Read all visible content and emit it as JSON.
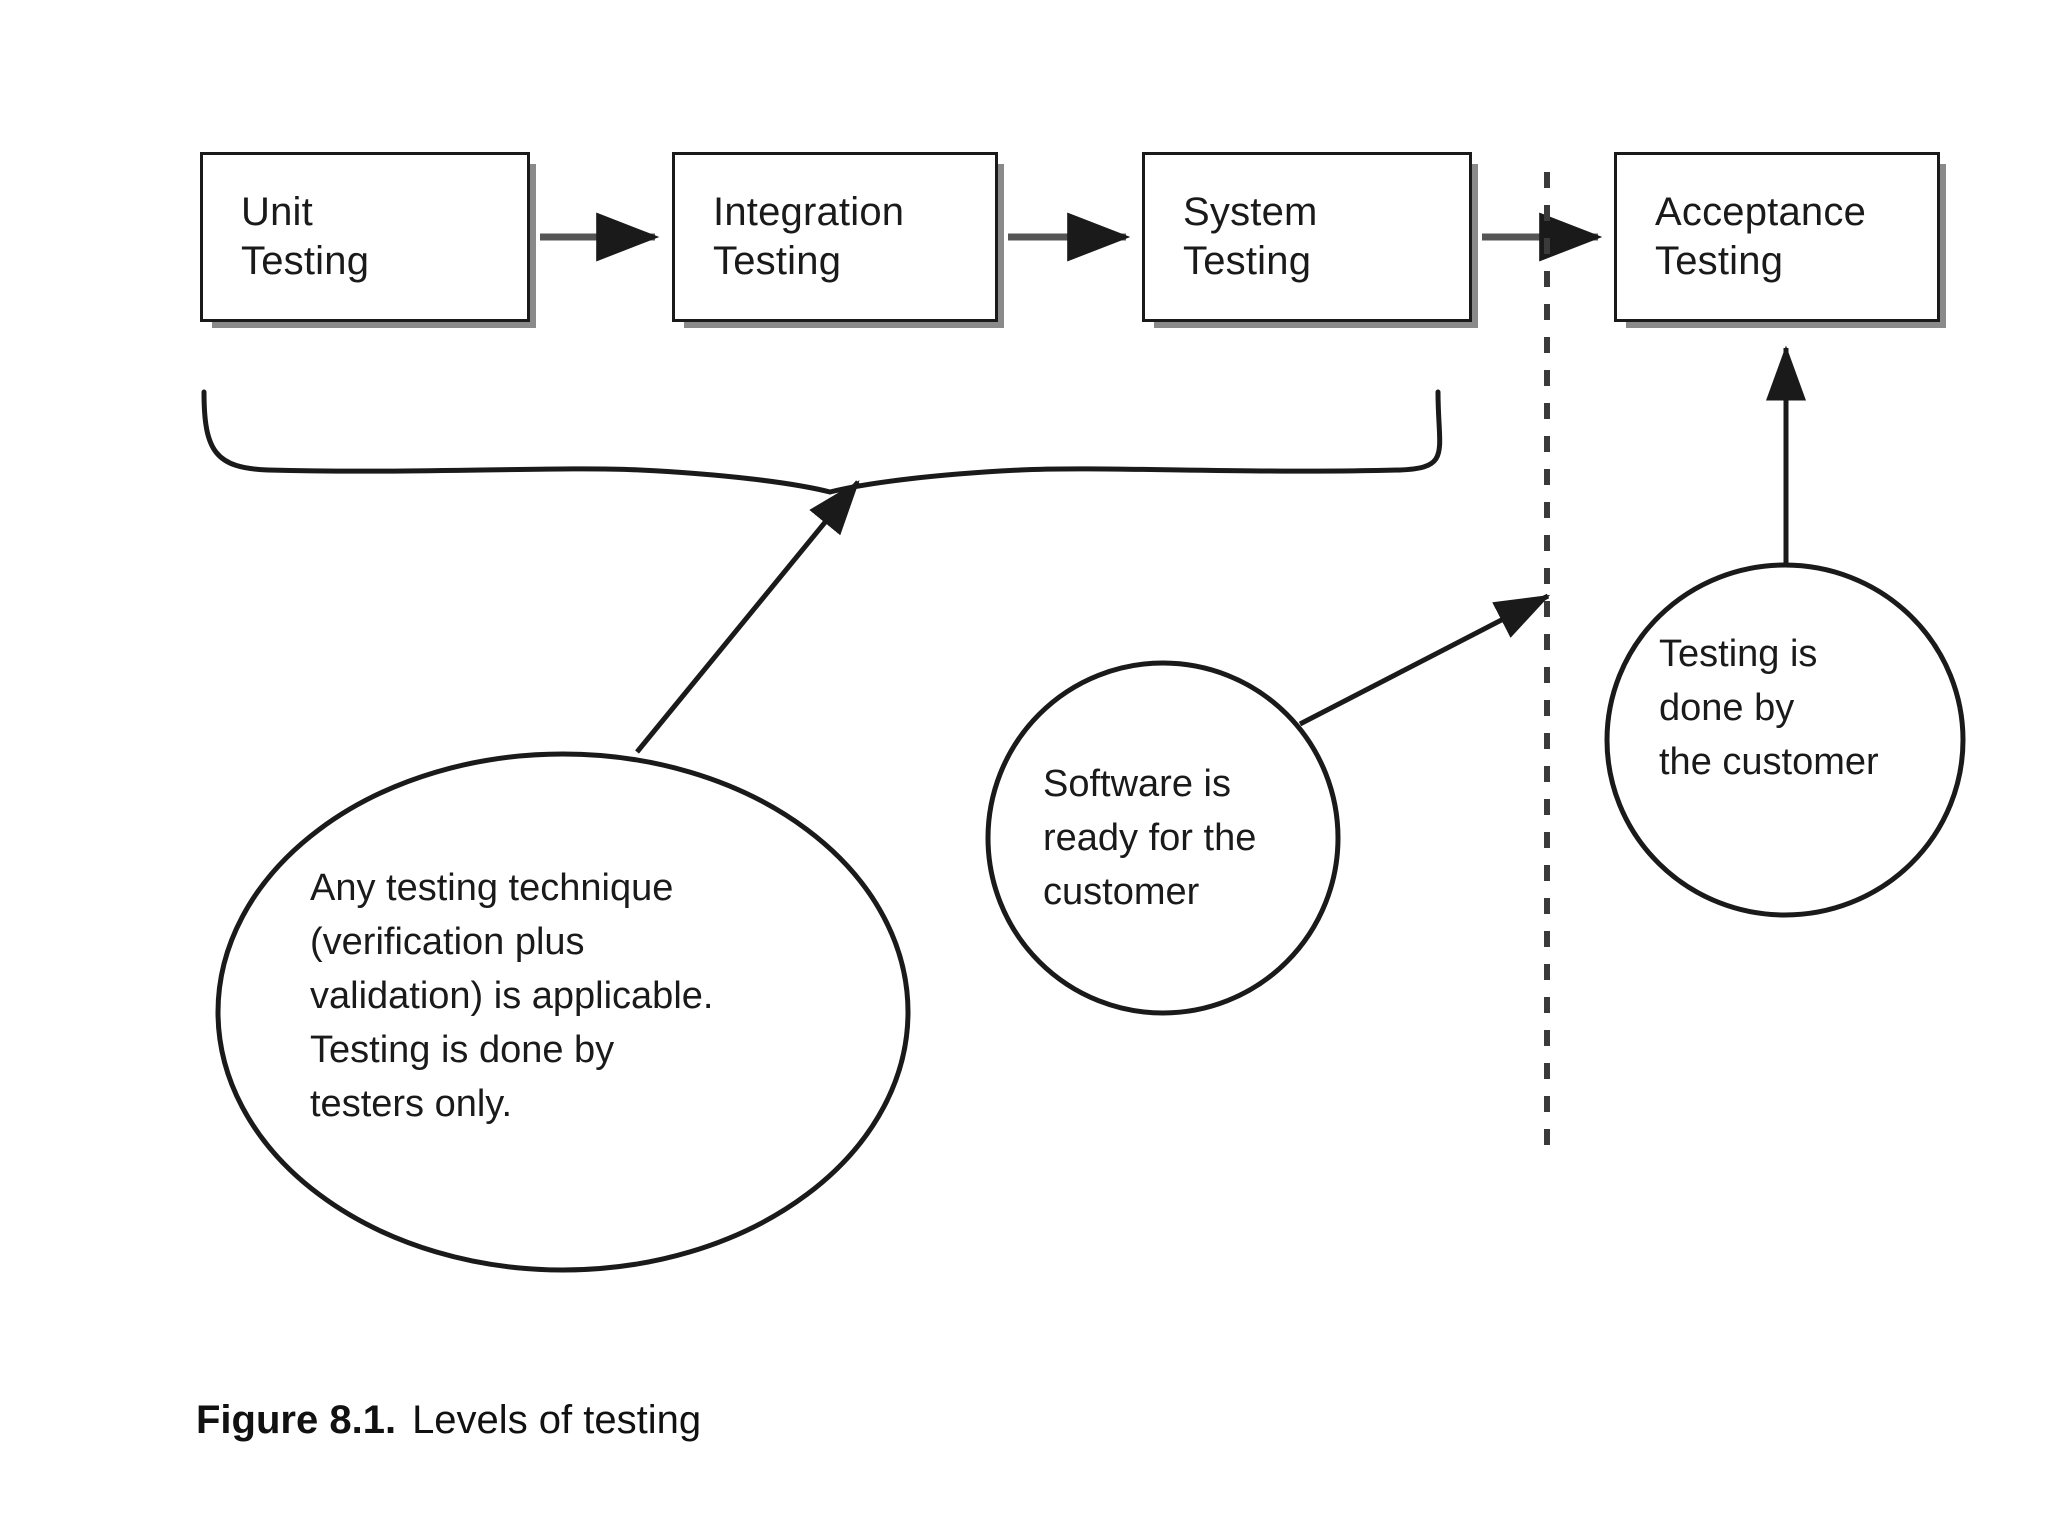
{
  "figure": {
    "caption_label": "Figure 8.1.",
    "caption_text": "Levels of testing",
    "background_color": "#ffffff",
    "line_color": "#1a1a1a",
    "shadow_color": "#8a8a8a"
  },
  "boxes": [
    {
      "id": "unit",
      "label": "Unit\nTesting"
    },
    {
      "id": "integration",
      "label": "Integration\nTesting"
    },
    {
      "id": "system",
      "label": "System\nTesting"
    },
    {
      "id": "acceptance",
      "label": "Acceptance\nTesting"
    }
  ],
  "bubbles": [
    {
      "id": "any-technique",
      "shape": "ellipse",
      "text": "Any testing technique\n(verification plus\nvalidation) is applicable.\nTesting is done by\ntesters only."
    },
    {
      "id": "software-ready",
      "shape": "circle",
      "text": "Software is\nready for the\ncustomer"
    },
    {
      "id": "customer-tests",
      "shape": "circle",
      "text": "Testing is\ndone by\nthe customer"
    }
  ],
  "connectors": [
    {
      "id": "unit-to-integration",
      "type": "arrow-right"
    },
    {
      "id": "integration-to-system",
      "type": "arrow-right"
    },
    {
      "id": "system-to-acceptance",
      "type": "arrow-right"
    },
    {
      "id": "brace-unit-through-system",
      "type": "curly-brace"
    },
    {
      "id": "any-technique-to-brace",
      "type": "arrow-diagonal"
    },
    {
      "id": "software-ready-to-divider",
      "type": "arrow-diagonal"
    },
    {
      "id": "customer-tests-to-acceptance",
      "type": "arrow-up"
    },
    {
      "id": "verification-validation-divider",
      "type": "dashed-vertical-line"
    }
  ]
}
